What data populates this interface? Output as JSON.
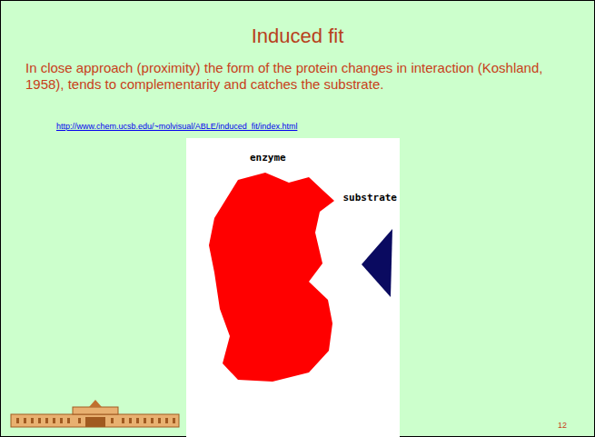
{
  "diagram": {
    "title": "Induced fit",
    "labels": [
      "In close approach (proximity) the form of the protein changes in interaction (Koshland, 1958), tends to complementarity and catches the substrate.",
      "http://www.chem.ucsb.edu/~molvisual/ABLE/induced_fit/index.html",
      "enzyme",
      "substrate",
      "12"
    ]
  }
}
